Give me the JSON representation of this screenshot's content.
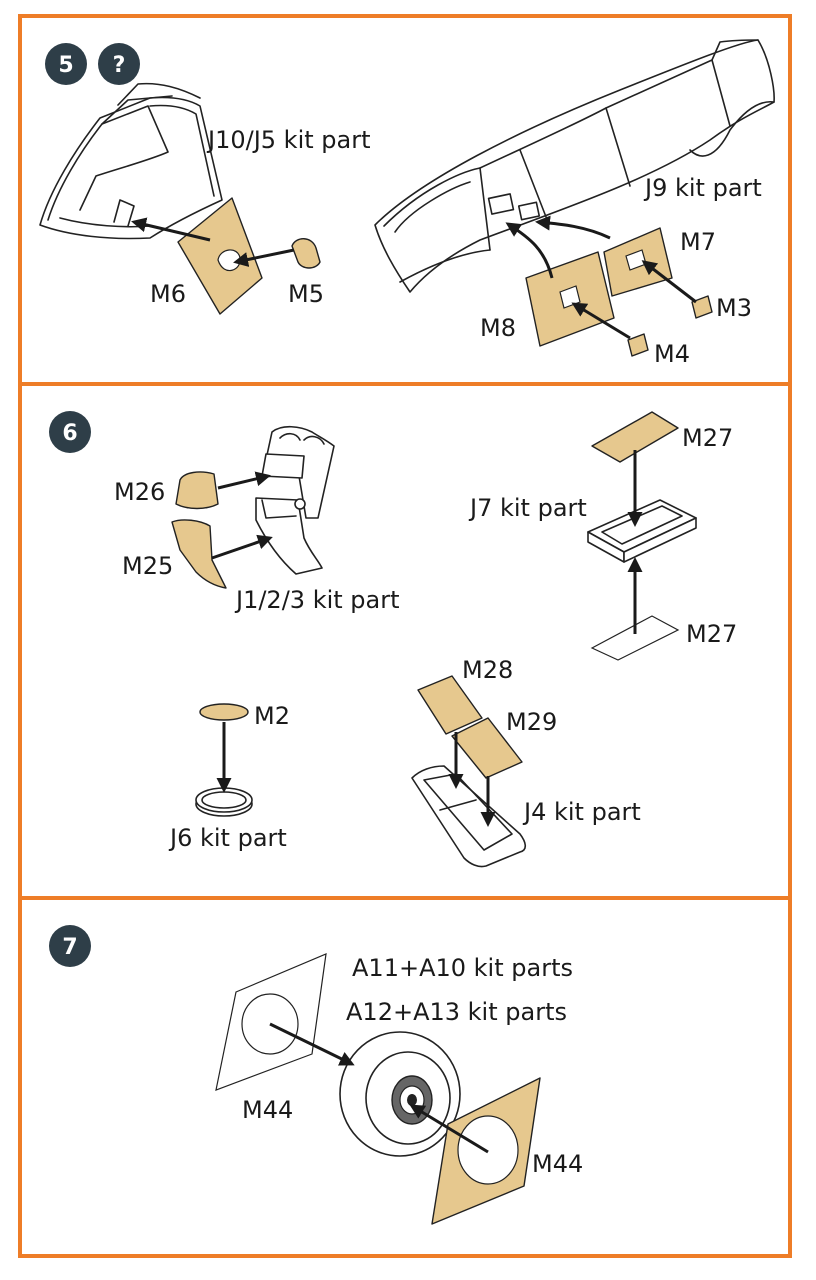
{
  "theme": {
    "panel_border": "#ee7d27",
    "badge_fill": "#2e3e48",
    "mask_fill": "#e6c88e"
  },
  "steps": [
    {
      "badge": "5",
      "extra_badge": "?",
      "labels": {
        "j10_j5": "J10/J5 kit part",
        "j9": "J9 kit part",
        "m6": "M6",
        "m5": "M5",
        "m7": "M7",
        "m3": "M3",
        "m8": "M8",
        "m4": "M4"
      }
    },
    {
      "badge": "6",
      "labels": {
        "m26": "M26",
        "m25": "M25",
        "j123": "J1/2/3 kit part",
        "m27_top": "M27",
        "j7": "J7 kit part",
        "m27_bottom": "M27",
        "m2": "M2",
        "j6": "J6 kit part",
        "m28": "M28",
        "m29": "M29",
        "j4": "J4 kit part"
      }
    },
    {
      "badge": "7",
      "labels": {
        "a11_a10": "A11+A10 kit parts",
        "a12_a13": "A12+A13 kit parts",
        "m44_left": "M44",
        "m44_right": "M44"
      }
    }
  ]
}
